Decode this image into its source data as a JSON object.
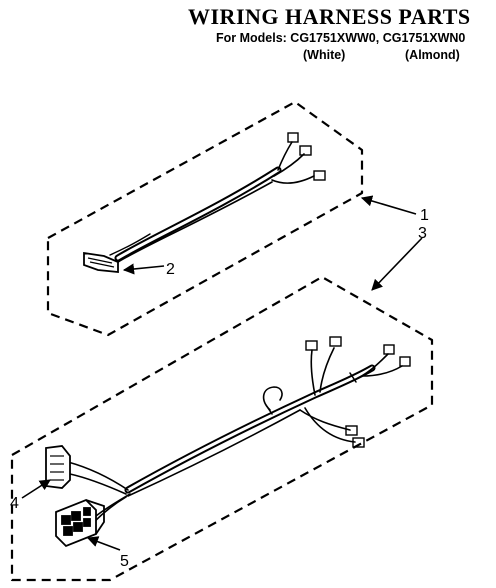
{
  "header": {
    "title": "WIRING HARNESS PARTS",
    "models": "For Models: CG1751XWW0, CG1751XWN0",
    "variant_white": "(White)",
    "variant_almond": "(Almond)"
  },
  "callouts": {
    "c1": "1",
    "c2": "2",
    "c3": "3",
    "c4": "4",
    "c5": "5"
  }
}
